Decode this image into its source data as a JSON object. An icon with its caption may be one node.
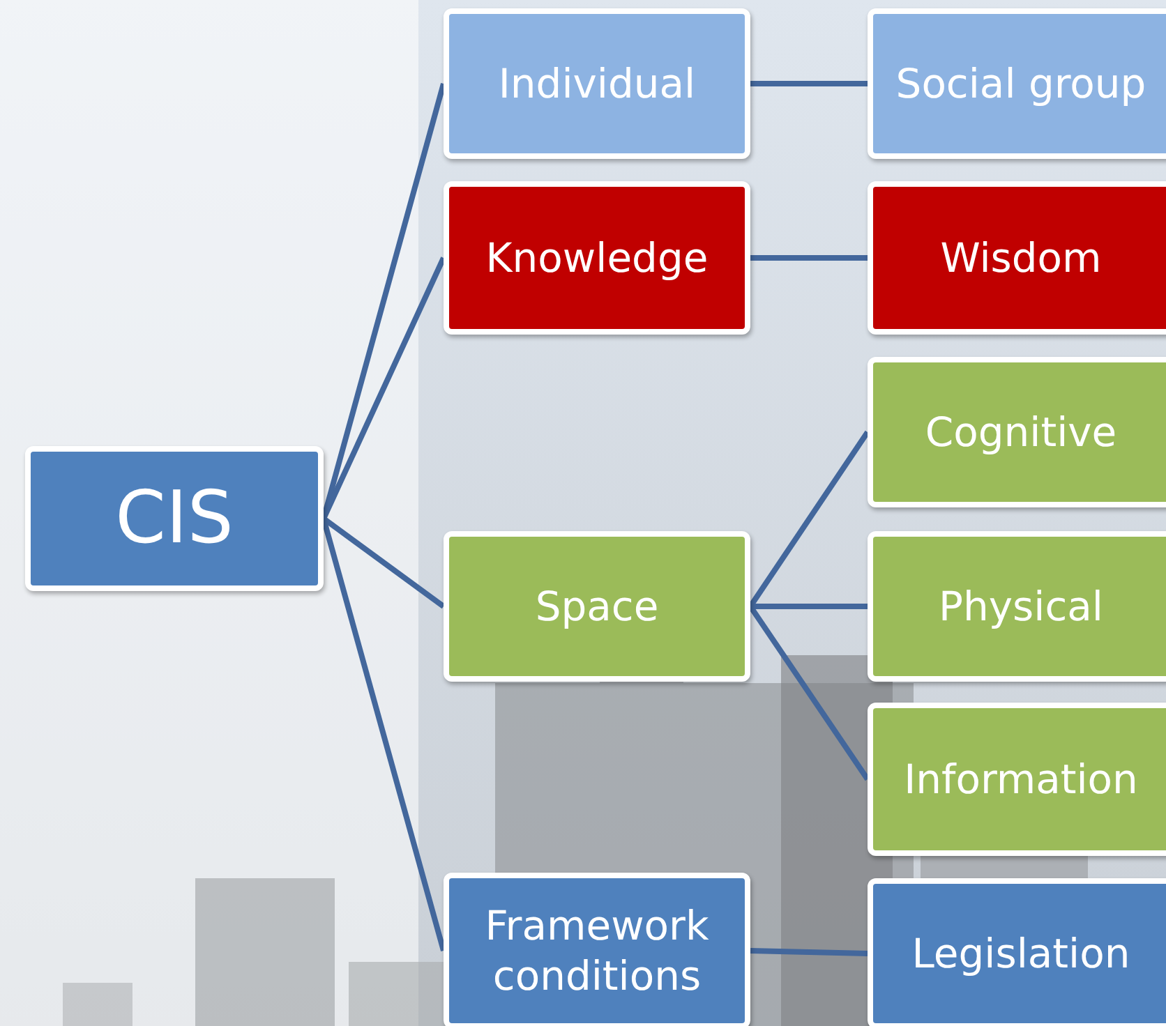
{
  "diagram": {
    "nodes": [
      {
        "text": [
          "CIS"
        ]
      },
      {
        "text": [
          "Individual"
        ]
      },
      {
        "text": [
          "Social group"
        ]
      },
      {
        "text": [
          "Knowledge"
        ]
      },
      {
        "text": [
          "Wisdom"
        ]
      },
      {
        "text": [
          "Space"
        ]
      },
      {
        "text": [
          "Cognitive"
        ]
      },
      {
        "text": [
          "Physical"
        ]
      },
      {
        "text": [
          "Information"
        ]
      },
      {
        "text": [
          "Framework conditions"
        ]
      },
      {
        "text": [
          "Legislation"
        ]
      }
    ],
    "edges": [
      {
        "from": 0,
        "to": 1,
        "arrow": "none"
      },
      {
        "from": 0,
        "to": 3,
        "arrow": "none"
      },
      {
        "from": 0,
        "to": 5,
        "arrow": "none"
      },
      {
        "from": 0,
        "to": 9,
        "arrow": "none"
      },
      {
        "from": 1,
        "to": 2,
        "arrow": "none"
      },
      {
        "from": 3,
        "to": 4,
        "arrow": "none"
      },
      {
        "from": 5,
        "to": 6,
        "arrow": "none"
      },
      {
        "from": 5,
        "to": 7,
        "arrow": "none"
      },
      {
        "from": 5,
        "to": 8,
        "arrow": "none"
      },
      {
        "from": 9,
        "to": 10,
        "arrow": "none"
      }
    ]
  }
}
